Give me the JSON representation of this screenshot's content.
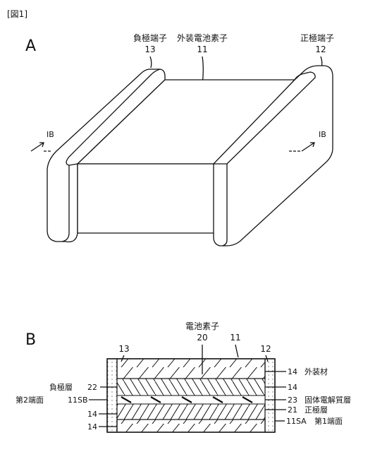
{
  "figure": {
    "id": "[図1]"
  },
  "panel_a": {
    "letter": "A",
    "labels": {
      "negative_terminal": {
        "name": "負極端子",
        "ref": "13"
      },
      "battery_element": {
        "name": "外装電池素子",
        "ref": "11"
      },
      "positive_terminal": {
        "name": "正極端子",
        "ref": "12"
      },
      "section_left": "IB",
      "section_right": "IB"
    }
  },
  "panel_b": {
    "letter": "B",
    "top": {
      "element": {
        "name": "電池素子",
        "ref": "20"
      },
      "ref_11": "11",
      "ref_13": "13",
      "ref_12": "12"
    },
    "left": {
      "neg_layer": {
        "name": "負極層",
        "ref": "22"
      },
      "end2": {
        "name": "第2端面",
        "ref": "11SB"
      },
      "ref_14a": "14",
      "ref_14b": "14"
    },
    "right": {
      "exterior": {
        "ref": "14",
        "name": "外装材"
      },
      "ref_14": "14",
      "electrolyte": {
        "ref": "23",
        "name": "固体電解質層"
      },
      "pos_layer": {
        "ref": "21",
        "name": "正極層"
      },
      "end1": {
        "ref": "11SA",
        "name": "第1端面"
      }
    }
  }
}
